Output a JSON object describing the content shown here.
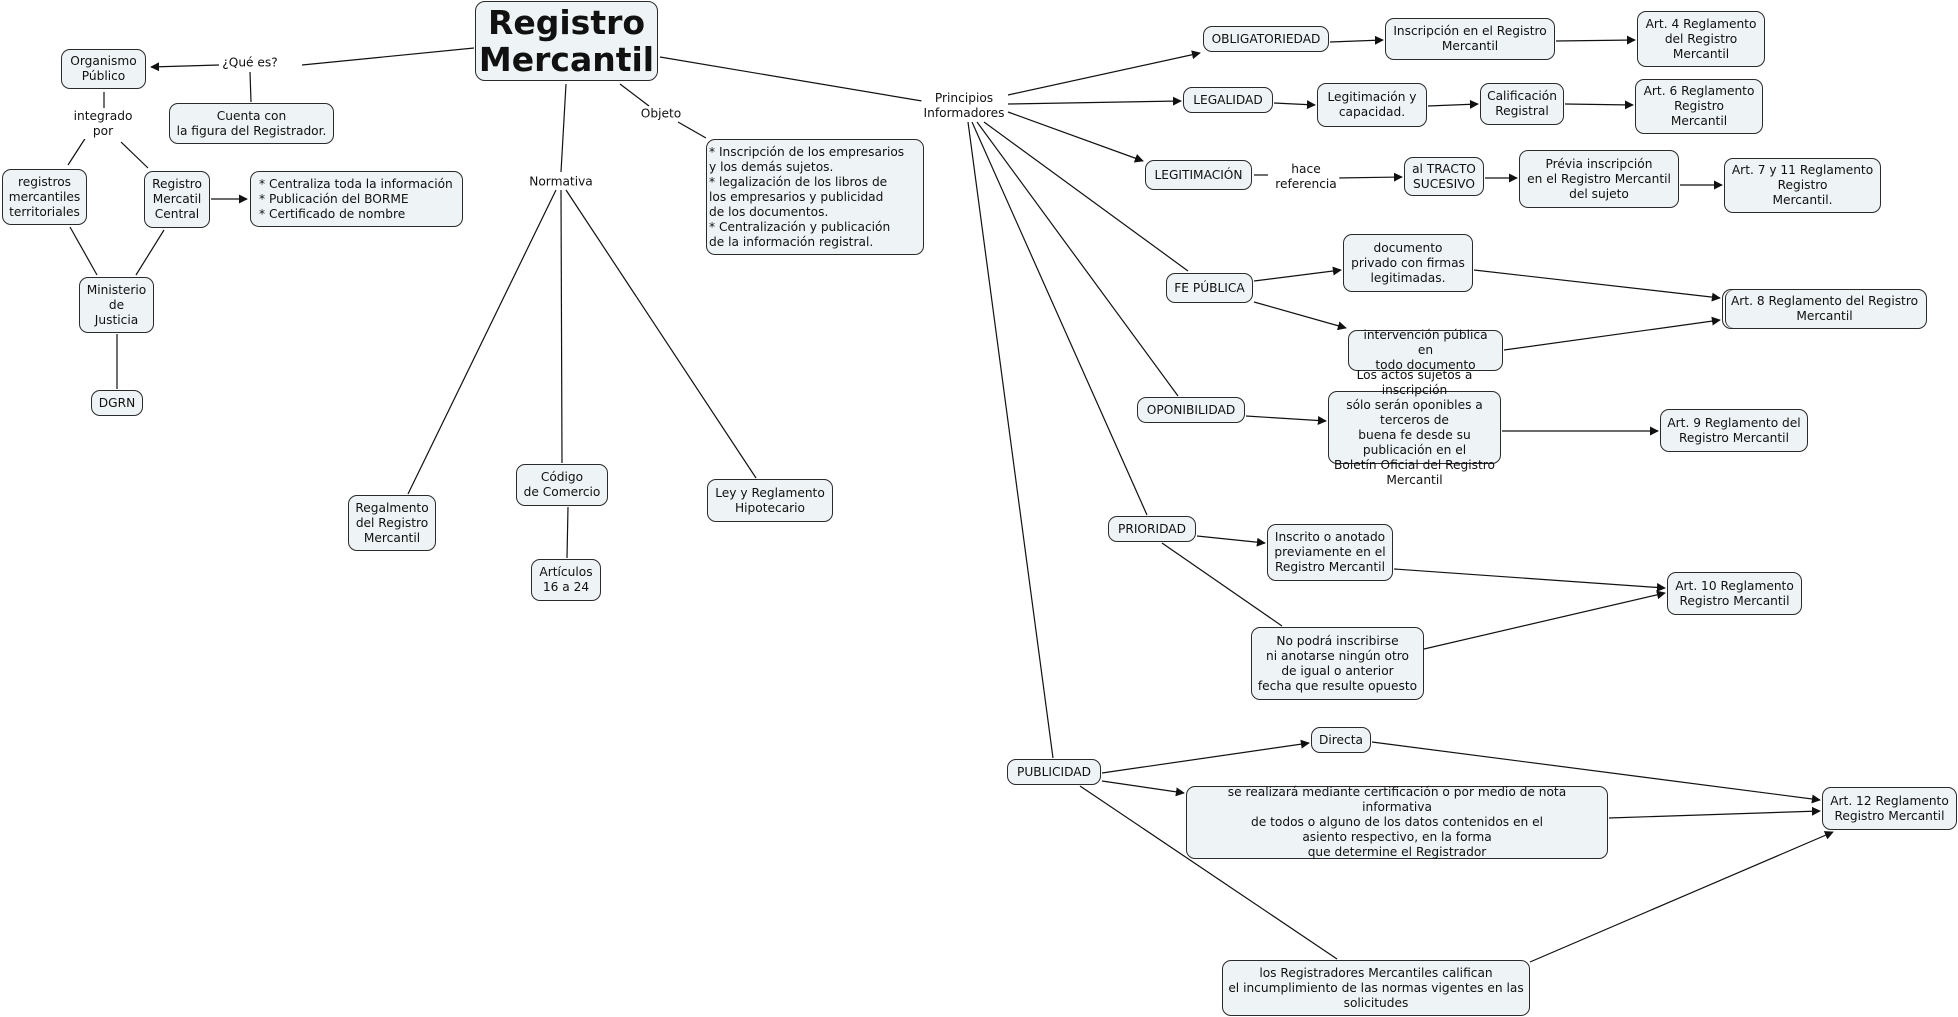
{
  "map_title": "Registro Mercantil",
  "colors": {
    "node_fill": "#eef3f5",
    "node_border": "#2a2a2a",
    "line": "#111111",
    "background": "#ffffff"
  },
  "nodes": {
    "main": "Registro\nMercantil",
    "organismo": "Organismo\nPúblico",
    "cuenta": "Cuenta con\nla figura del Registrador.",
    "registros_territoriales": "registros\nmercantiles\nterritoriales",
    "registro_central": "Registro\nMercatil\nCentral",
    "central_funciones": "* Centraliza toda la información\n* Publicación del BORME\n* Certificado de nombre",
    "ministerio": "Ministerio\nde\nJusticia",
    "dgrn": "DGRN",
    "objeto_desc": "  * Inscripción de los empresarios\n    y los demás sujetos.\n  * legalización de los libros de\n    los empresarios y  publicidad\n    de los documentos.\n  * Centralización y publicación\n    de la información registral.",
    "reglamento_rm": "Regalmento\ndel Registro\nMercantil",
    "codigo_comercio": "Código\nde Comercio",
    "articulos": "Artículos\n16 a 24",
    "ley_hipotecario": "Ley y Reglamento\nHipotecario",
    "obligatoriedad": "OBLIGATORIEDAD",
    "inscripcion_rm": "Inscripción en el Registro\nMercantil",
    "art4": "Art. 4 Reglamento\ndel Registro\nMercantil",
    "legalidad": "LEGALIDAD",
    "legitimacion_capacidad": "Legitimación y\ncapacidad.",
    "calificacion": "Calificación\nRegistral",
    "art6": "Art. 6 Reglamento\nRegistro\nMercantil",
    "legitimacion": "LEGITIMACIÓN",
    "tracto": "al TRACTO\nSUCESIVO",
    "previa": "Prévia inscripción\nen el Registro Mercantil\ndel sujeto",
    "art7": "Art. 7 y 11 Reglamento\nRegistro\nMercantil.",
    "fe_publica": "FE PÚBLICA",
    "doc_privado": "documento\nprivado con firmas\nlegitimadas.",
    "intervencion": "intervención pública en\ntodo documento",
    "art8": "Art. 8 Reglamento del Registro\nMercantil",
    "oponibilidad": "OPONIBILIDAD",
    "actos_sujetos": "Los actos sujetos a inscripción\nsólo serán oponibles a terceros de\nbuena fe desde su publicación en el\nBoletín Oficial del Registro Mercantil",
    "art9": "Art. 9 Reglamento del\nRegistro Mercantil",
    "prioridad": "PRIORIDAD",
    "inscrito": "Inscrito o anotado\npreviamente en el\nRegistro Mercantil",
    "no_podra": "No podrá inscribirse\nni anotarse ningún otro\nde igual o anterior\nfecha que resulte opuesto",
    "art10": "Art. 10 Reglamento\nRegistro Mercantil",
    "publicidad": "PUBLICIDAD",
    "directa": "Directa",
    "certificacion": "se realizará mediante certificación o por medio de nota informativa\nde todos o alguno de los datos contenidos en el\nasiento respectivo, en la forma\nque determine el Registrador",
    "registradores": "los Registradores Mercantiles califican\nel incumplimiento de las normas vigentes en las\nsolicitudes",
    "art12": "Art. 12 Reglamento\nRegistro Mercantil"
  },
  "linking_phrases": {
    "que_es": "¿Qué es?",
    "integrado_por": "integrado\npor",
    "normativa": "Normativa",
    "objeto": "Objeto",
    "principios": "Principios\nInformadores",
    "hace_referencia": "hace\nreferencia"
  }
}
